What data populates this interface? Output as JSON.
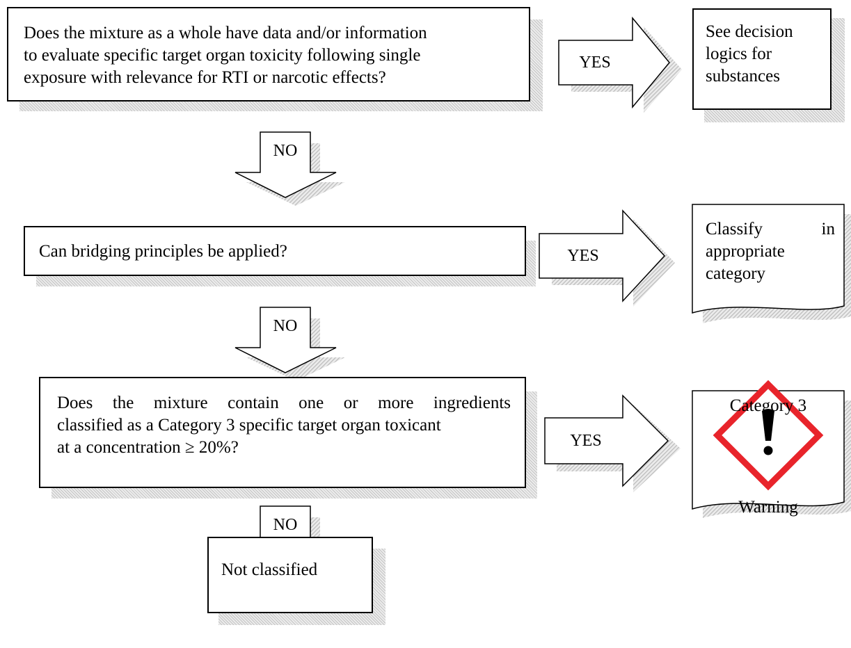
{
  "q1": {
    "lines": [
      "Does the mixture as a whole have data and/or information",
      "to evaluate specific target organ toxicity following single",
      "exposure with relevance for RTI or narcotic effects?"
    ]
  },
  "q2": {
    "text": "Can bridging principles be applied?"
  },
  "q3": {
    "lines": [
      "Does the mixture contain one or more ingredients",
      "classified as a Category 3 specific target organ toxicant",
      "at a concentration ≥ 20%?"
    ]
  },
  "r1": {
    "lines": [
      "See decision",
      "logics for",
      "substances"
    ]
  },
  "r2": {
    "lines": [
      "Classify in",
      "appropriate",
      "category"
    ]
  },
  "r3": {
    "category": "Category 3",
    "signal_word": "Warning",
    "pictogram": "exclamation-mark-hazard-icon"
  },
  "end": {
    "text": "Not classified"
  },
  "arrows": {
    "yes": "YES",
    "no": "NO"
  },
  "colors": {
    "pictogram_border": "#e8242b",
    "shadow": "#c8c8c8"
  }
}
